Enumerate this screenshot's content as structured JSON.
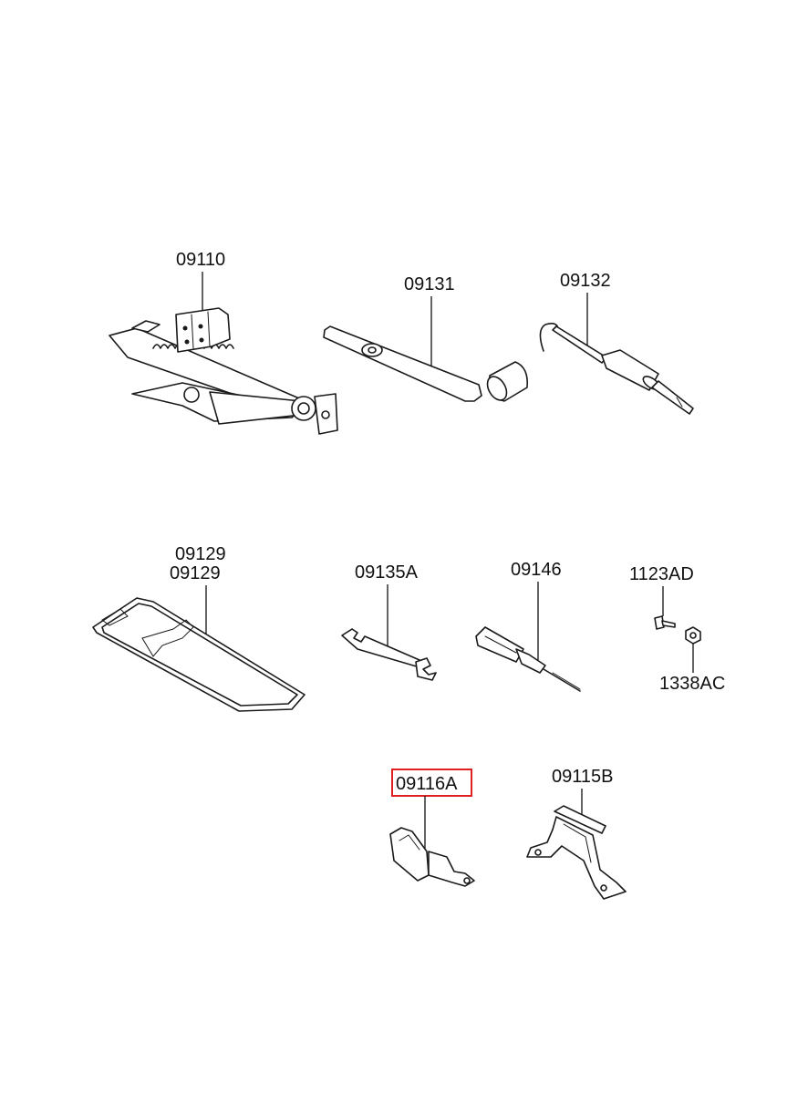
{
  "parts": [
    {
      "id": "jack",
      "label": "09110"
    },
    {
      "id": "jack_handle",
      "label": "09131"
    },
    {
      "id": "hook",
      "label": "09132"
    },
    {
      "id": "tray_upper",
      "label": "09129"
    },
    {
      "id": "tray_lower",
      "label": "09129"
    },
    {
      "id": "spanner",
      "label": "09135A"
    },
    {
      "id": "screwdriver",
      "label": "09146"
    },
    {
      "id": "bolt",
      "label": "1123AD"
    },
    {
      "id": "nut",
      "label": "1338AC"
    },
    {
      "id": "bracket_a",
      "label": "09116A",
      "highlighted": true
    },
    {
      "id": "bracket_b",
      "label": "09115B"
    }
  ],
  "colors": {
    "line": "#1a1a1a",
    "highlight": "#e02020",
    "background": "#ffffff"
  }
}
